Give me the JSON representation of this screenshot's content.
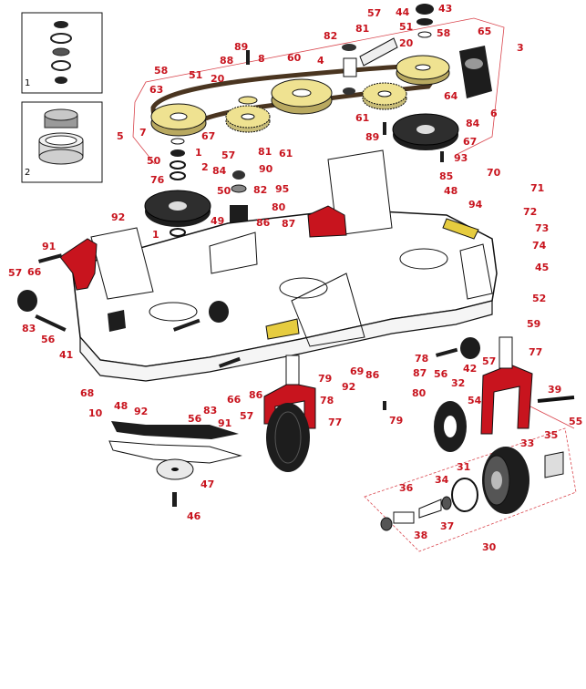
{
  "palette": {
    "callout": "#c8141e",
    "red_part": "#c8141e",
    "pulley": "#efe291",
    "deck_fill": "#ffffff",
    "outline": "#111111",
    "dark_part": "#1d1d1d",
    "leader": "#d9454d"
  },
  "insets": [
    {
      "label": "1"
    },
    {
      "label": "2"
    }
  ],
  "callouts": [
    "1",
    "1",
    "2",
    "3",
    "4",
    "5",
    "6",
    "7",
    "8",
    "10",
    "20",
    "20",
    "30",
    "31",
    "32",
    "33",
    "34",
    "35",
    "36",
    "37",
    "38",
    "39",
    "41",
    "42",
    "43",
    "44",
    "45",
    "46",
    "47",
    "48",
    "48",
    "49",
    "50",
    "50",
    "51",
    "51",
    "52",
    "54",
    "55",
    "56",
    "56",
    "56",
    "57",
    "57",
    "57",
    "57",
    "57",
    "58",
    "58",
    "59",
    "60",
    "61",
    "61",
    "63",
    "64",
    "65",
    "66",
    "66",
    "67",
    "67",
    "68",
    "69",
    "70",
    "71",
    "72",
    "73",
    "74",
    "76",
    "77",
    "77",
    "78",
    "78",
    "79",
    "79",
    "80",
    "80",
    "81",
    "81",
    "82",
    "82",
    "83",
    "83",
    "84",
    "84",
    "85",
    "86",
    "86",
    "86",
    "87",
    "87",
    "88",
    "89",
    "89",
    "90",
    "91",
    "91",
    "92",
    "92",
    "92",
    "93",
    "94",
    "95"
  ]
}
